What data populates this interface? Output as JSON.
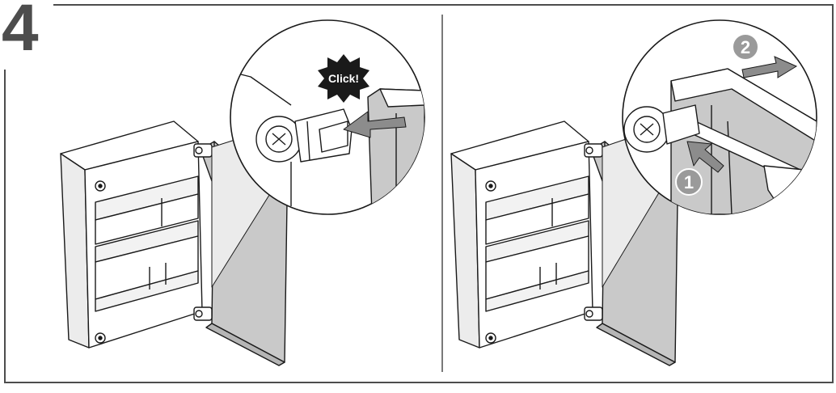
{
  "step": {
    "number": "4"
  },
  "left_panel": {
    "callout": "Click!"
  },
  "right_panel": {
    "markers": [
      "1",
      "2"
    ]
  },
  "colors": {
    "frame": "#4d4d4d",
    "line": "#1a1a1a",
    "door_fill": "#c9c9c9",
    "arrow": "#8c8c8c",
    "badge": "#9a9a9a",
    "burst": "#1a1a1a"
  }
}
